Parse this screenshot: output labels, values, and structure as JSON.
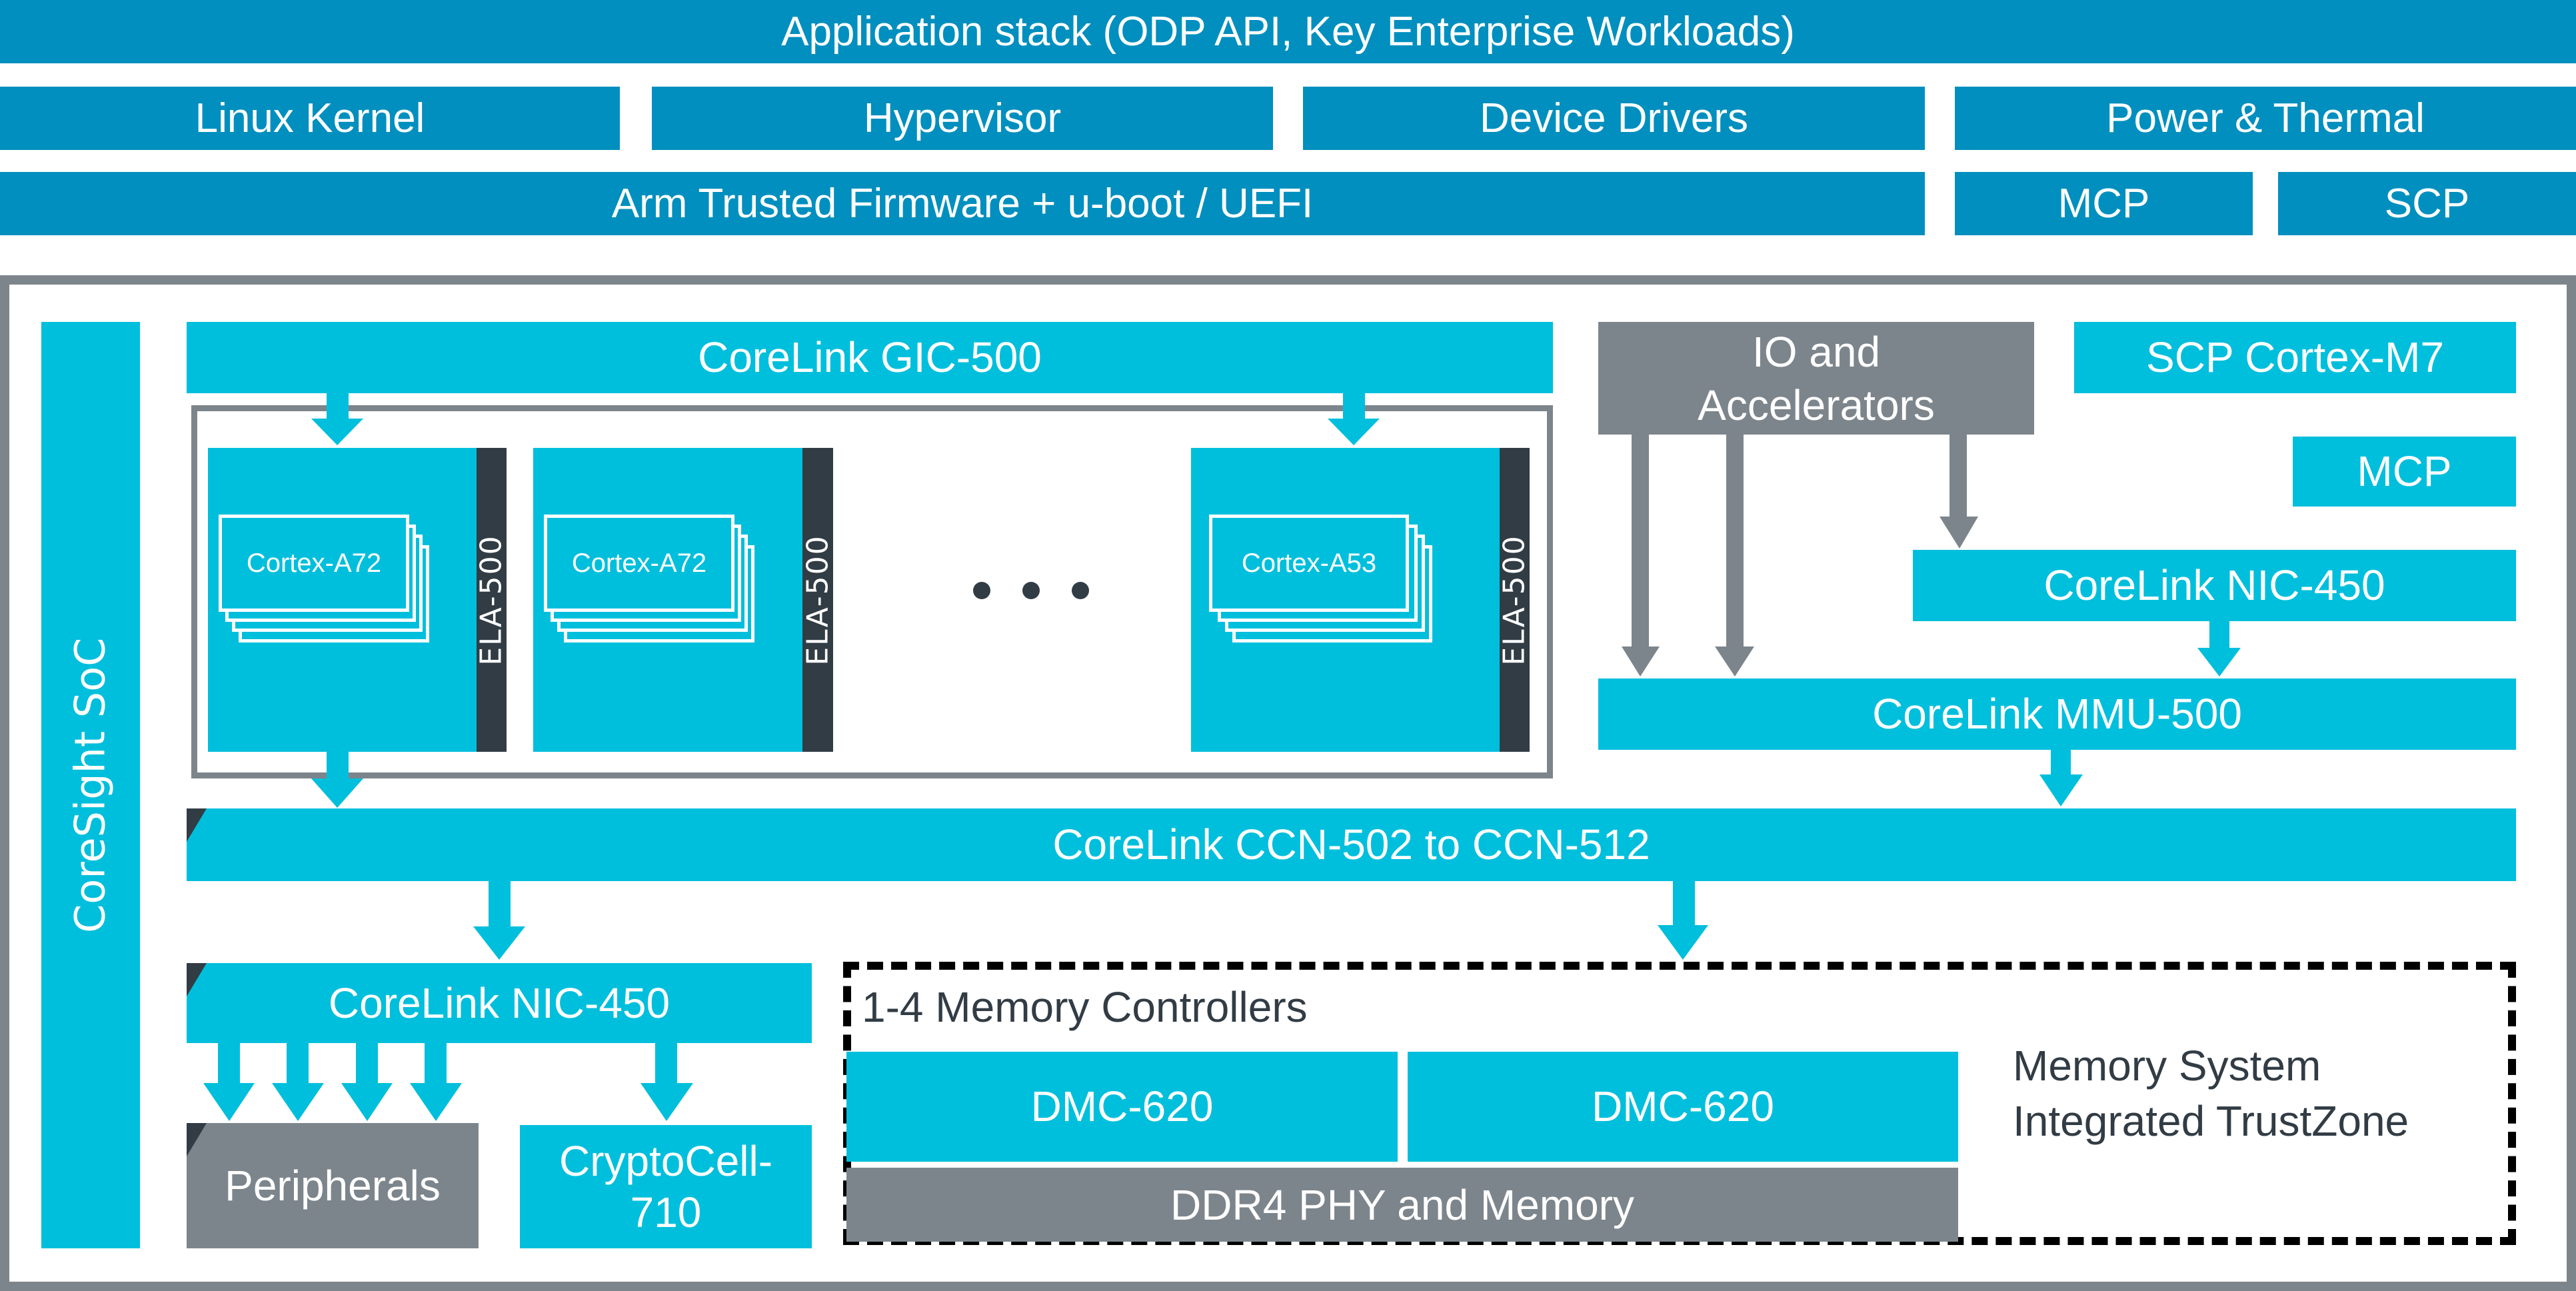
{
  "software_stack": {
    "application": "Application stack (ODP API, Key Enterprise Workloads)",
    "row2": [
      "Linux Kernel",
      "Hypervisor",
      "Device Drivers",
      "Power & Thermal"
    ],
    "firmware": "Arm Trusted Firmware + u-boot / UEFI",
    "mcp": "MCP",
    "scp": "SCP"
  },
  "soc": {
    "coresight": "CoreSight SoC",
    "gic": "CoreLink GIC-500",
    "clusters": [
      {
        "core": "Cortex-A72",
        "ela": "ELA-500"
      },
      {
        "core": "Cortex-A72",
        "ela": "ELA-500"
      },
      {
        "core": "Cortex-A53",
        "ela": "ELA-500"
      }
    ],
    "io": "IO and Accelerators",
    "scp_m7": "SCP Cortex-M7",
    "mcp": "MCP",
    "nic_right": "CoreLink NIC-450",
    "mmu": "CoreLink MMU-500",
    "ccn": "CoreLink CCN-502 to CCN-512",
    "nic_left": "CoreLink NIC-450",
    "peripherals": "Peripherals",
    "cryptocell": "CryptoCell-710",
    "memory": {
      "title": "1-4 Memory Controllers",
      "dmc": [
        "DMC-620",
        "DMC-620"
      ],
      "ddr": "DDR4 PHY and Memory",
      "note_line1": "Memory System",
      "note_line2": "Integrated TrustZone"
    }
  },
  "colors": {
    "software_blue": "#008fbe",
    "hardware_cyan": "#00bfdc",
    "gray": "#7d858c",
    "dark": "#323c45"
  }
}
